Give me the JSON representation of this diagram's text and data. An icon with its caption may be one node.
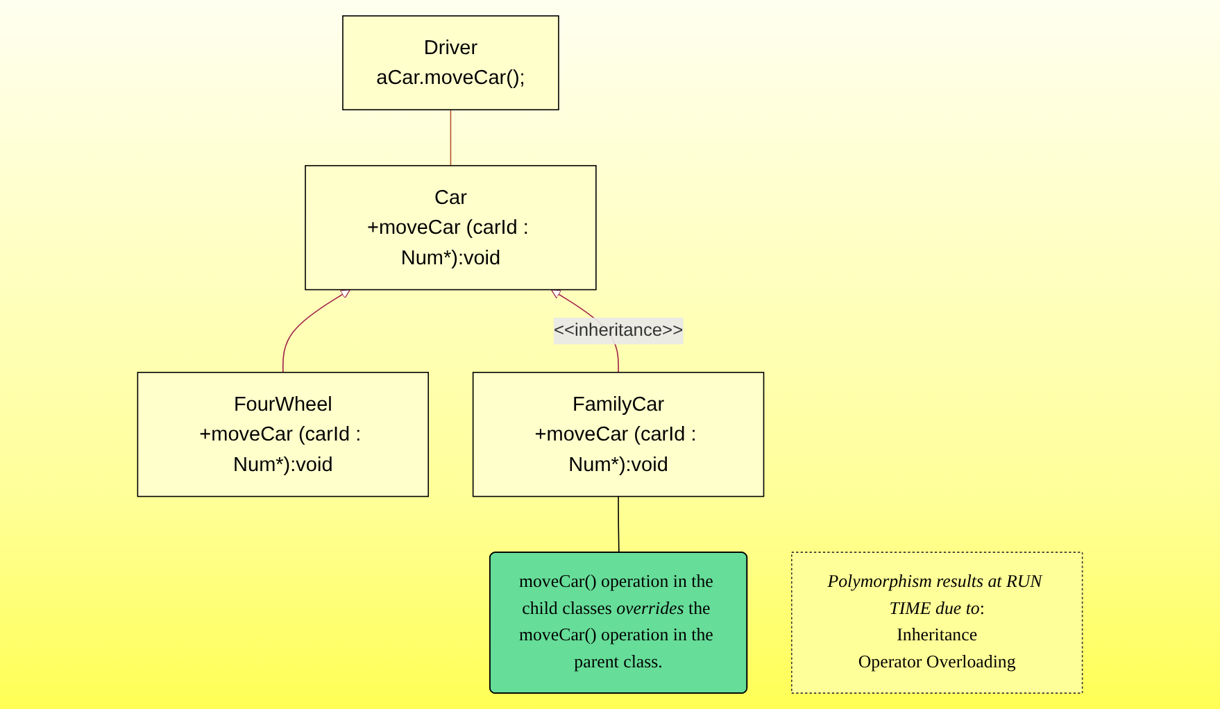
{
  "diagram": {
    "nodes": [
      {
        "text": [
          "Car",
          "+moveCar (carId : Num*):void"
        ]
      },
      {
        "text": [
          "Driver",
          "aCar.moveCar();"
        ]
      },
      {
        "text": [
          "FourWheel",
          "+moveCar (carId : Num*):void"
        ]
      },
      {
        "text": [
          "FamilyCar",
          "+moveCar (carId : Num*):void"
        ]
      },
      {
        "text": [
          "moveCar() operation in the child classes *overrides* the moveCar() operation in the parent class."
        ]
      },
      {
        "text": [
          "*Polymorphism results at RUN TIME due to*:",
          "Inheritance",
          "Operator Overloading"
        ]
      }
    ],
    "edges": [
      {
        "from": 0,
        "to": 1,
        "arrow": "none",
        "color": "#b5542b"
      },
      {
        "from": 2,
        "to": 0,
        "arrow": "to"
      },
      {
        "from": 3,
        "to": 0,
        "arrow": "to",
        "label": "<<inheritance>>"
      },
      {
        "from": 4,
        "to": 3,
        "arrow": "none",
        "color": "#000000"
      }
    ]
  }
}
